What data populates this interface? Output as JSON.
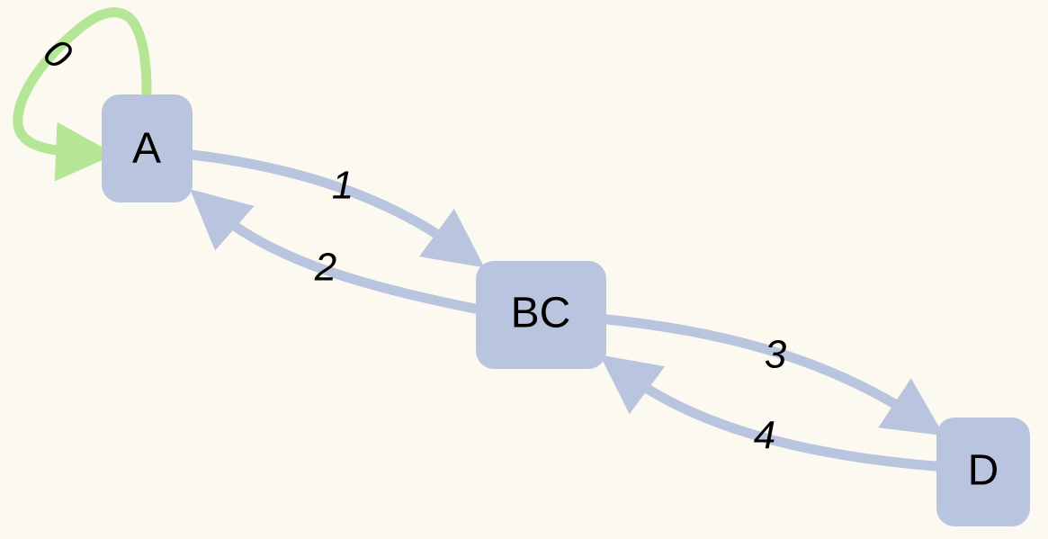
{
  "colors": {
    "background": "#fcf9f1",
    "node_fill": "#b9c4de",
    "edge_default": "#b9c4de",
    "edge_self_loop": "#b4e696",
    "text": "#000000"
  },
  "nodes": [
    {
      "id": "A",
      "label": "A"
    },
    {
      "id": "BC",
      "label": "BC"
    },
    {
      "id": "D",
      "label": "D"
    }
  ],
  "edges": [
    {
      "id": "e0",
      "from": "A",
      "to": "A",
      "label": "0",
      "color": "#b4e696"
    },
    {
      "id": "e1",
      "from": "A",
      "to": "BC",
      "label": "1",
      "color": "#b9c4de"
    },
    {
      "id": "e2",
      "from": "BC",
      "to": "A",
      "label": "2",
      "color": "#b9c4de"
    },
    {
      "id": "e3",
      "from": "BC",
      "to": "D",
      "label": "3",
      "color": "#b9c4de"
    },
    {
      "id": "e4",
      "from": "D",
      "to": "BC",
      "label": "4",
      "color": "#b9c4de"
    }
  ]
}
